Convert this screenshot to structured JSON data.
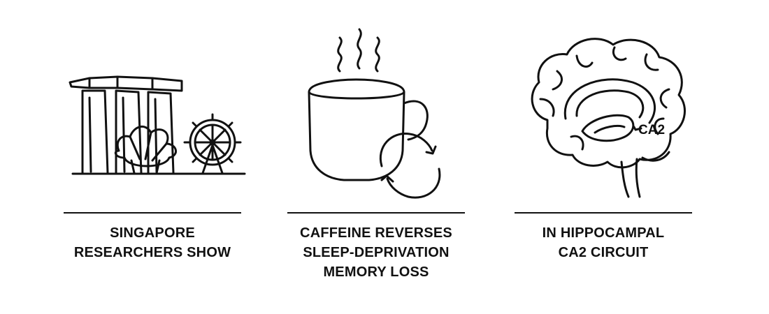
{
  "panels": [
    {
      "icon": "marina-bay-skyline-icon",
      "caption_lines": [
        "SINGAPORE",
        "RESEARCHERS SHOW"
      ]
    },
    {
      "icon": "steaming-coffee-mug-with-cycle-arrows-icon",
      "caption_lines": [
        "CAFFEINE REVERSES",
        "SLEEP-DEPRIVATION",
        "MEMORY LOSS"
      ]
    },
    {
      "icon": "brain-hippocampus-icon",
      "brain_label": "CA2",
      "caption_lines": [
        "IN HIPPOCAMPAL",
        "CA2 CIRCUIT"
      ]
    }
  ],
  "colors": {
    "stroke": "#111111",
    "background": "#ffffff"
  }
}
